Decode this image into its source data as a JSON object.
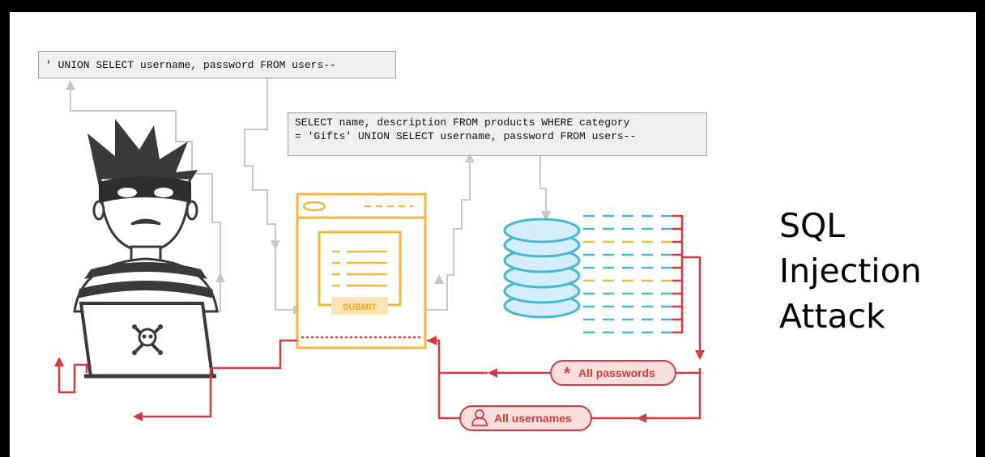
{
  "code": {
    "injection_payload": "' UNION SELECT username, password FROM users--",
    "query_line1": "SELECT name, description FROM products WHERE category",
    "query_line2": "= 'Gifts' UNION SELECT username, password FROM users--"
  },
  "title": {
    "line1": "SQL",
    "line2": "Injection",
    "line3": "Attack"
  },
  "form": {
    "submit_label": "SUBMIT"
  },
  "results": {
    "passwords_label": "All passwords",
    "usernames_label": "All usernames"
  },
  "colors": {
    "accent_orange": "#f5b73b",
    "response_red": "#d43a3a",
    "database_blue": "#4ab6d6",
    "flow_gray": "#c4c8c8"
  }
}
